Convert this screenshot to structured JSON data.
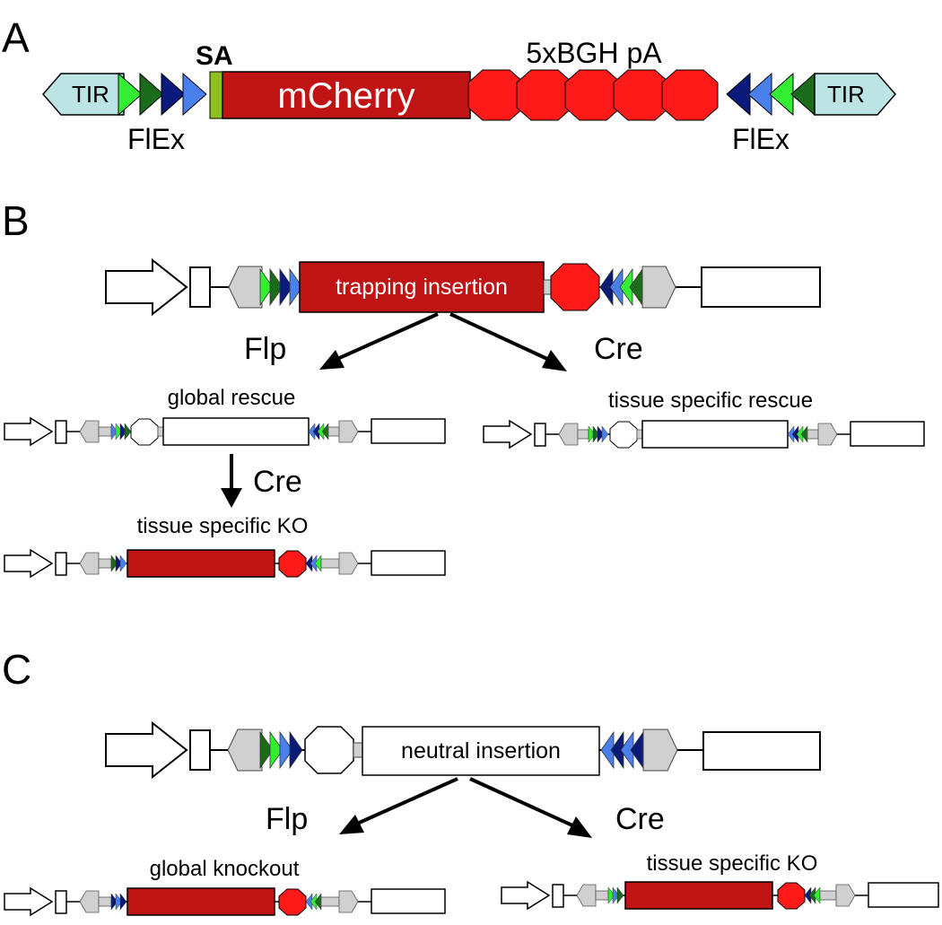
{
  "panels": {
    "a": {
      "letter": "A",
      "sa": "SA",
      "reporter": "mCherry",
      "polya": "5xBGH pA",
      "tir_left": "TIR",
      "tir_right": "TIR",
      "flex_left": "FlEx",
      "flex_right": "FlEx"
    },
    "b": {
      "letter": "B",
      "insertion": "trapping insertion",
      "flp": "Flp",
      "cre_top": "Cre",
      "cre_arrow": "Cre",
      "global_rescue": "global rescue",
      "tissue_rescue": "tissue specific rescue",
      "tissue_ko": "tissue specific KO"
    },
    "c": {
      "letter": "C",
      "insertion": "neutral insertion",
      "flp": "Flp",
      "cre": "Cre",
      "global_knockout": "global knockout",
      "tissue_ko": "tissue specific KO"
    }
  },
  "colors": {
    "mcherry": "#c01414",
    "polya_red": "#ff1a1a",
    "tir": "#bde4e4",
    "sa": "#90c020",
    "green_light": "#33ee33",
    "green_dark": "#1a6b1a",
    "blue_dark": "#0a1a7a",
    "blue_light": "#4a80ee",
    "grey": "#d0d0d0"
  }
}
